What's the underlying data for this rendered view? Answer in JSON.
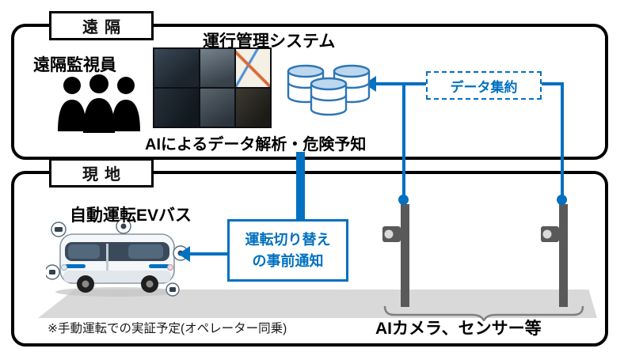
{
  "colors": {
    "accent_blue": "#0070C0",
    "pole_gray": "#595959",
    "road_gray": "#D9D9D9",
    "frame_black": "#000000"
  },
  "remote": {
    "tag": "遠隔",
    "supervisors": "遠隔監視員",
    "system_title": "運行管理システム",
    "ai_caption": "AIによるデータ解析・危険予知",
    "data_aggregation": "データ集約"
  },
  "site": {
    "tag": "現地",
    "bus_title": "自動運転EVバス",
    "notice_line1": "運転切り替え",
    "notice_line2": "の事前通知",
    "sensors_caption": "AIカメラ、センサー等",
    "footnote": "※手動運転での実証予定(オペレーター同乗)"
  },
  "icons": {
    "supervisors": "people-group-icon",
    "database": "database-icon",
    "monitors": "surveillance-monitors-image",
    "bus": "ev-bus-illustration",
    "camera_pole": "ai-camera-pole-icon",
    "brace": "under-brace-icon"
  }
}
